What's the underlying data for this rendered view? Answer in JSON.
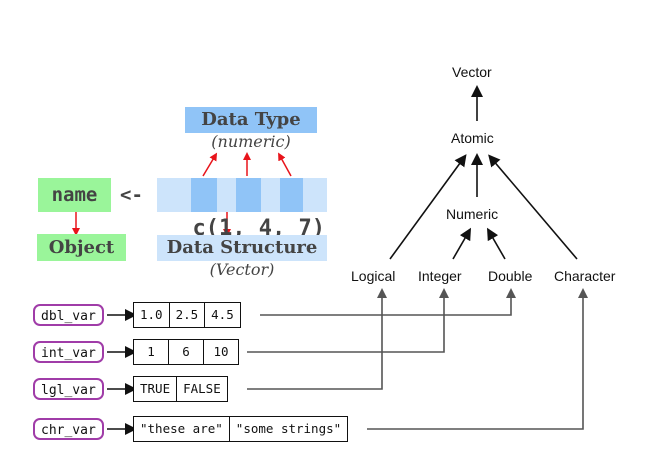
{
  "code": {
    "object_name": "name",
    "assign_op": "<-",
    "fn_open": "c(",
    "values": [
      "1",
      "4",
      "7"
    ],
    "sep": ",",
    "fn_close": ")"
  },
  "labels": {
    "object": "Object",
    "data_type": "Data Type",
    "data_type_sub": "(numeric)",
    "data_structure": "Data Structure",
    "data_structure_sub": "(Vector)"
  },
  "hierarchy": {
    "vector": "Vector",
    "atomic": "Atomic",
    "numeric": "Numeric",
    "logical": "Logical",
    "integer": "Integer",
    "double": "Double",
    "character": "Character"
  },
  "variables": [
    {
      "name": "dbl_var",
      "values": [
        "1.0",
        "2.5",
        "4.5"
      ],
      "type": "Double"
    },
    {
      "name": "int_var",
      "values": [
        "1",
        "6",
        "10"
      ],
      "type": "Integer"
    },
    {
      "name": "lgl_var",
      "values": [
        "TRUE",
        "FALSE"
      ],
      "type": "Logical"
    },
    {
      "name": "chr_var",
      "values": [
        "\"these are\"",
        "\"some strings\""
      ],
      "type": "Character"
    }
  ],
  "colors": {
    "object_bg": "#9af59a",
    "type_bg": "#90c4f7",
    "structure_bg": "#cde4fb",
    "annot_arrow": "#e8141b",
    "var_border": "#a03ca8"
  }
}
